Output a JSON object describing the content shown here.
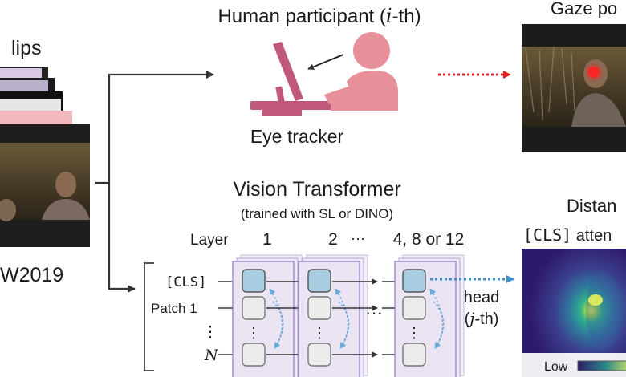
{
  "left_panel": {
    "title_fragment": "lips",
    "dataset_fragment": "W2019"
  },
  "participant": {
    "title_prefix": "Human participant (",
    "title_var": "i",
    "title_suffix": "-th)",
    "device_label": "Eye tracker"
  },
  "gaze_panel": {
    "title_fragment": "Gaze po"
  },
  "distance_fragment": "Distan",
  "vit": {
    "title": "Vision Transformer",
    "subtitle": "(trained with SL or DINO)",
    "layer_label": "Layer",
    "layer_1": "1",
    "layer_2": "2",
    "layer_dots": "···",
    "layer_last": "4, 8 or 12",
    "token_cls": "[CLS]",
    "token_patch1": "Patch 1",
    "token_vdots": "⋮",
    "token_n": "N",
    "mid_dots": "···",
    "head_label": "head",
    "head_var_prefix": "(",
    "head_var": "j",
    "head_var_suffix": "-th)"
  },
  "attention_panel": {
    "title_mono": "[CLS]",
    "title_rest": " atten",
    "legend_low": "Low"
  },
  "colors": {
    "pink_figure": "#e8909a",
    "magenta_device": "#c0587a",
    "cls_token_fill": "#a9cde0",
    "patch_token_fill": "#ececec",
    "layer_card_fill": "#ebe4f3",
    "layer_card_stroke": "#9d86c9",
    "red_dotted_arrow": "#e02020",
    "blue_dotted_arrow": "#3f8fcf",
    "heatmap_dark": "#2e1a6b"
  },
  "icons": [
    "person-icon",
    "monitor-icon",
    "eye-tracker-icon"
  ]
}
